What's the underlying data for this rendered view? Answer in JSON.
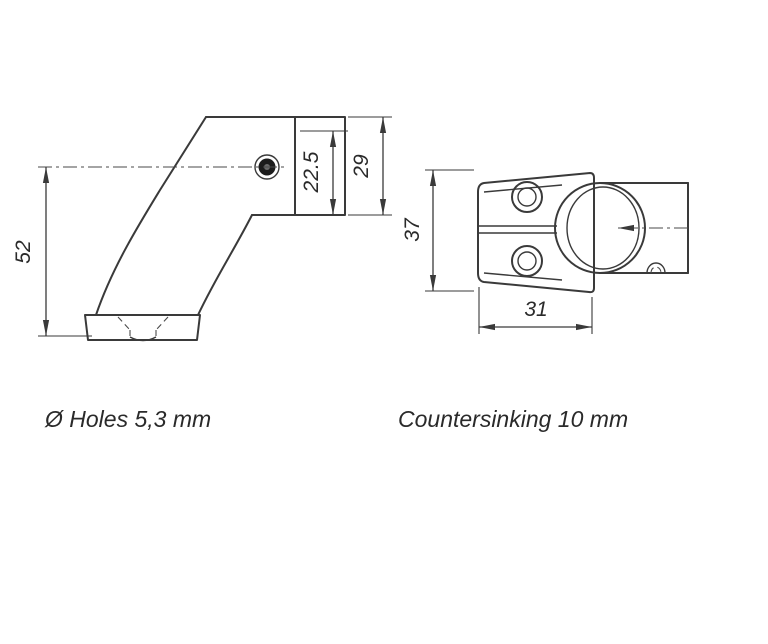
{
  "colors": {
    "line": "#3a3a3a",
    "text": "#2a2a2a",
    "background": "#ffffff"
  },
  "dimensions": {
    "bracket_height": "52",
    "rail_offset": "22.5",
    "rail_height": "29",
    "plate_height": "37",
    "plate_width": "31"
  },
  "captions": {
    "holes": "Ø Holes 5,3 mm",
    "countersinking": "Countersinking 10 mm"
  }
}
